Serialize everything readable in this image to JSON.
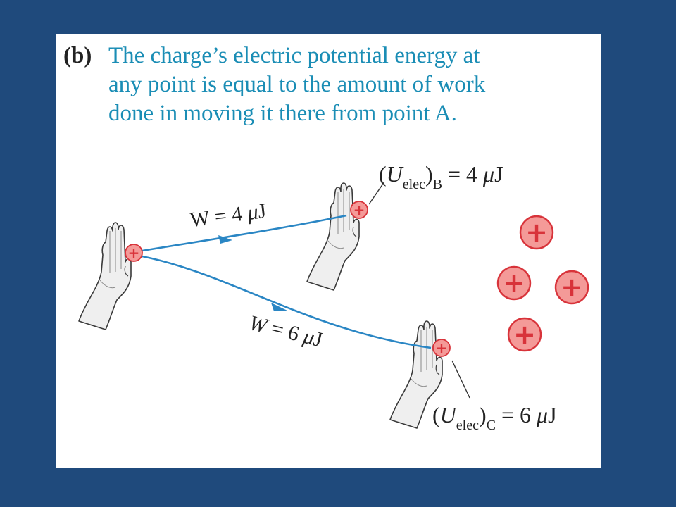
{
  "caption": {
    "label": "(b)",
    "lines": [
      "The charge’s electric potential energy at",
      "any point is equal to the amount of work",
      "done in moving it there from point A."
    ]
  },
  "paths": {
    "work_b": {
      "prefix": "W = 4 ",
      "mu": "μ",
      "unit": "J"
    },
    "work_c": {
      "prefix": "W = 6 ",
      "mu": "μ",
      "unit": "J"
    }
  },
  "energy_labels": {
    "b": {
      "open": "(",
      "symbol": "U",
      "subscript": "elec",
      "close": ")",
      "point": "B",
      "equals": " = 4 ",
      "mu": "μ",
      "unit": "J"
    },
    "c": {
      "open": "(",
      "symbol": "U",
      "subscript": "elec",
      "close": ")",
      "point": "C",
      "equals": " = 6 ",
      "mu": "μ",
      "unit": "J"
    }
  },
  "charge_symbol": "+",
  "colors": {
    "background": "#1f4a7c",
    "caption_text": "#1a8db5",
    "path": "#2a86c4",
    "charge_fill": "#f49a98",
    "charge_stroke": "#d8333a"
  }
}
